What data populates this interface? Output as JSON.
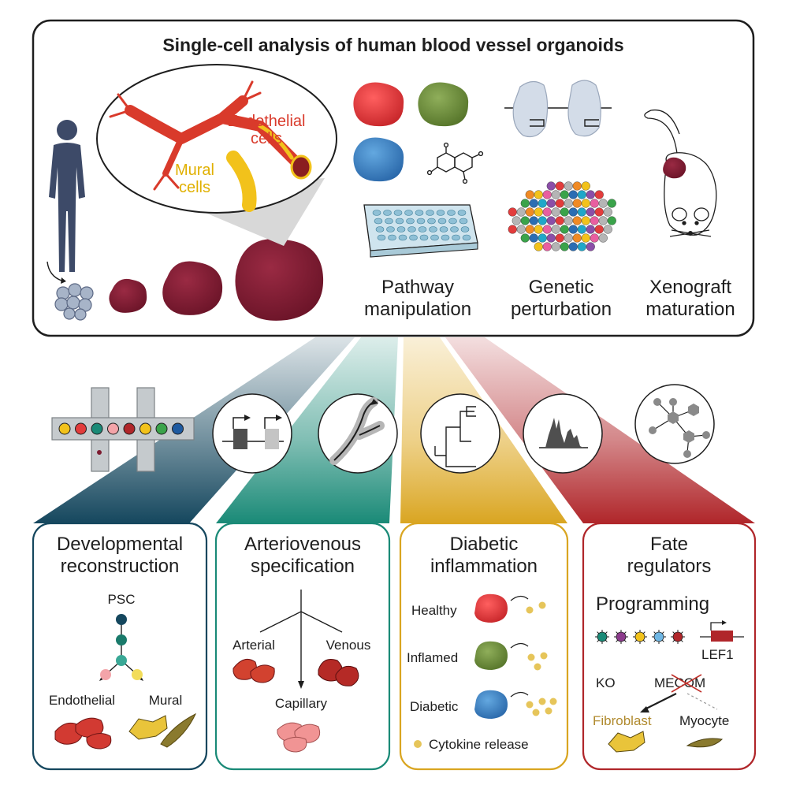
{
  "title": "Single-cell analysis of human blood vessel organoids",
  "vessel_labels": {
    "endothelial_1": "Endothelial",
    "endothelial_2": "cells",
    "mural_1": "Mural",
    "mural_2": "cells"
  },
  "methods": [
    {
      "line1": "Pathway",
      "line2": "manipulation"
    },
    {
      "line1": "Genetic",
      "line2": "perturbation"
    },
    {
      "line1": "Xenograft",
      "line2": "maturation"
    }
  ],
  "panels": [
    {
      "line1": "Developmental",
      "line2": "reconstruction",
      "color": "#15475e"
    },
    {
      "line1": "Arteriovenous",
      "line2": "specification",
      "color": "#1a8a77"
    },
    {
      "line1": "Diabetic",
      "line2": "inflammation",
      "color": "#d9a521"
    },
    {
      "line1": "Fate",
      "line2": "regulators",
      "color": "#b0262a"
    }
  ],
  "developmental": {
    "root": "PSC",
    "left": "Endothelial",
    "right": "Mural"
  },
  "arteriovenous": {
    "left": "Arterial",
    "right": "Venous",
    "bottom": "Capillary"
  },
  "diabetic": {
    "rows": [
      "Healthy",
      "Inflamed",
      "Diabetic"
    ],
    "legend": "Cytokine release"
  },
  "fate": {
    "programming": "Programming",
    "gene": "LEF1",
    "ko": "KO",
    "ko_gene": "MECOM",
    "left": "Fibroblast",
    "right": "Myocyte"
  },
  "icons": [
    "microfluidic-droplet-icon",
    "gene-regulation-icon",
    "trajectory-icon",
    "dendrogram-icon",
    "peak-histogram-icon",
    "network-icon"
  ],
  "colors": {
    "endothelial": "#d93a2b",
    "mural": "#f2c21b",
    "organoid": "#7d1b30",
    "fibroblast": "#b08a2e"
  }
}
